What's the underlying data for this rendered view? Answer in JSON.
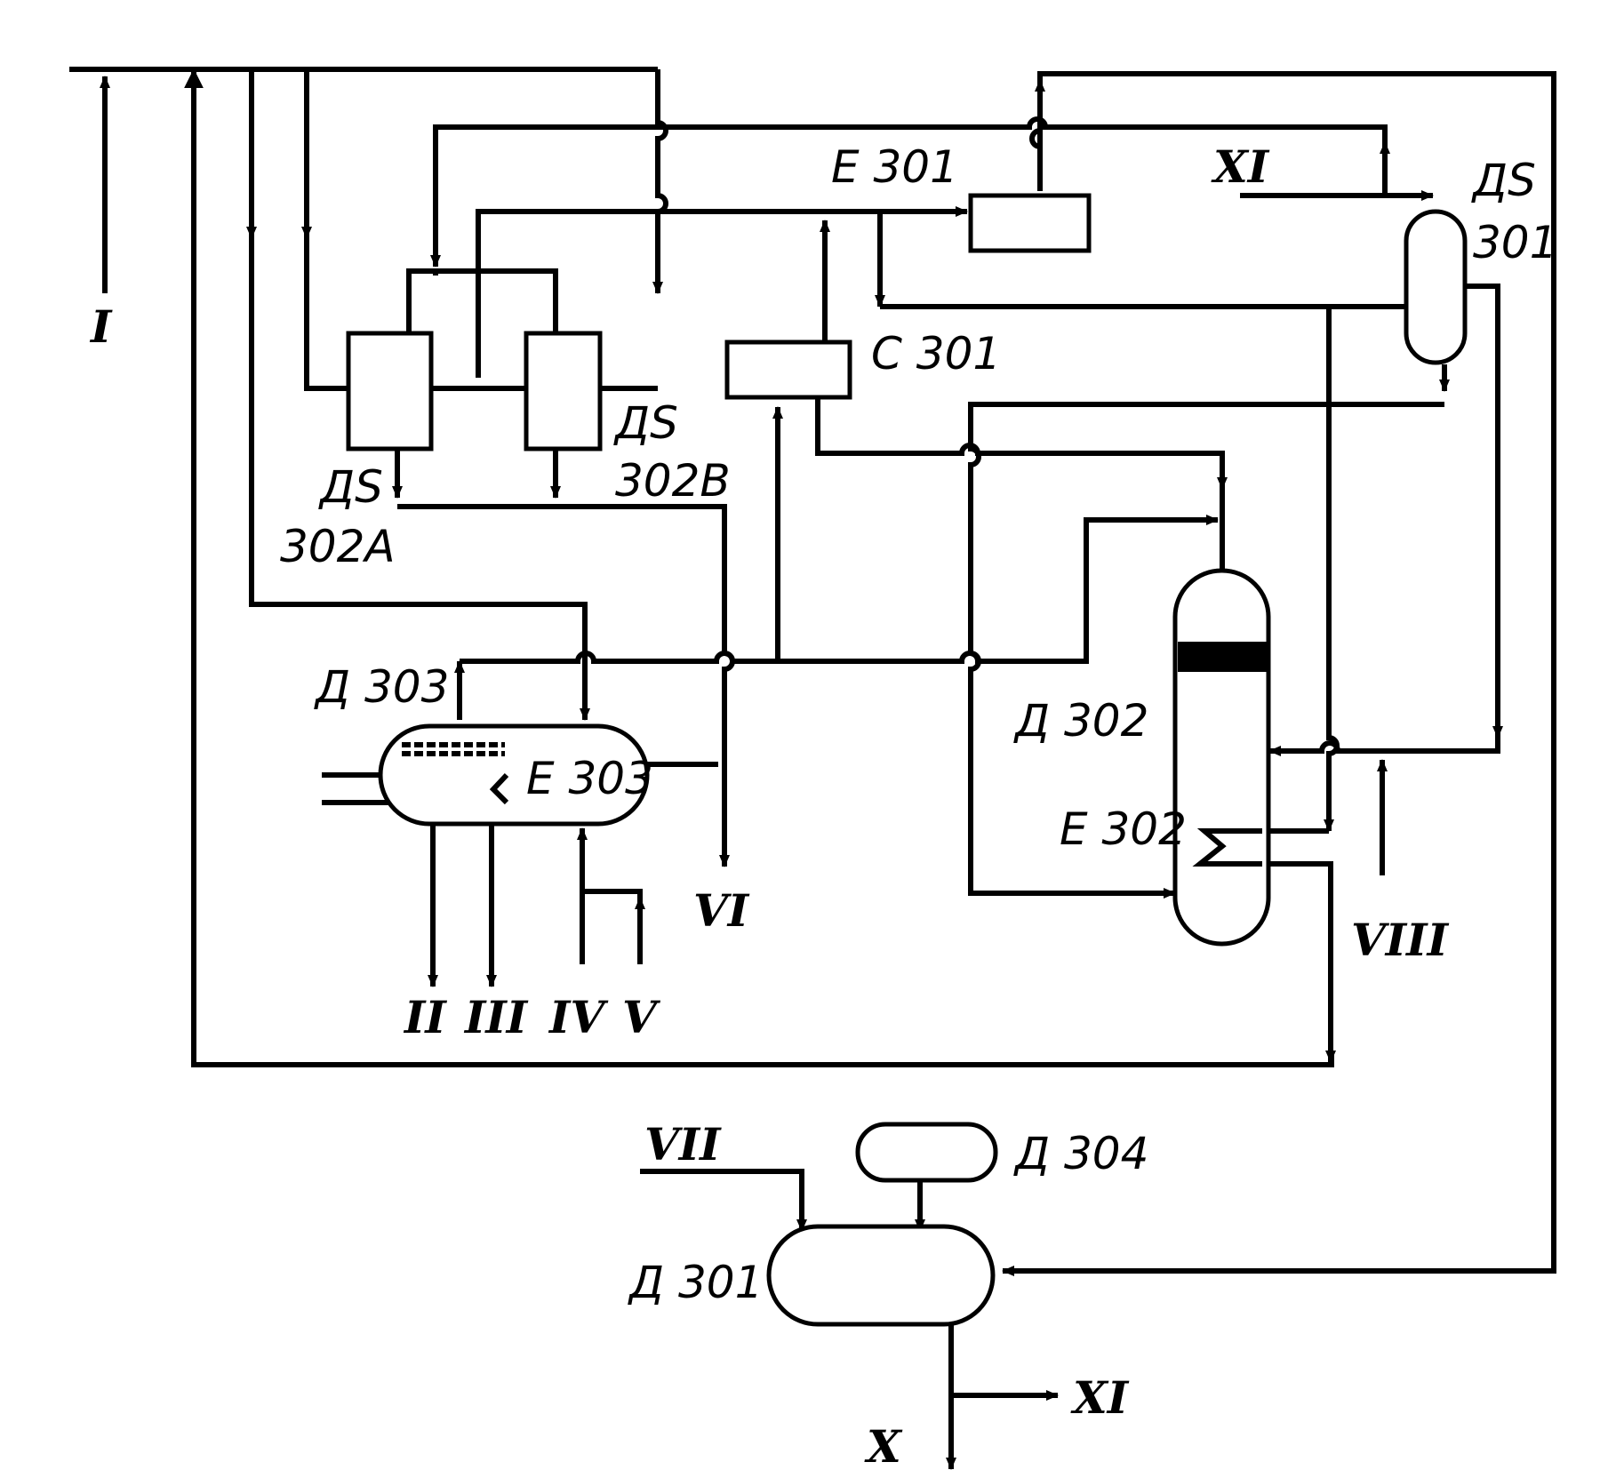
{
  "labels": {
    "E301": "E 301",
    "DS301_top": "ДS",
    "DS301_bottom": "301",
    "C301": "C 301",
    "DS302B_top": "ДS",
    "DS302B_bottom": "302B",
    "DS302A_top": "ДS",
    "DS302A_bottom": "302A",
    "D303": "Д 303",
    "E303": "E 303",
    "D302": "Д 302",
    "E302": "E 302",
    "D304": "Д 304",
    "D301": "Д 301"
  },
  "streams": {
    "I": "I",
    "II": "II",
    "III": "III",
    "IV": "IV",
    "V": "V",
    "VI": "VI",
    "VII": "VII",
    "VIII": "VIII",
    "X": "X",
    "XI_top": "XI",
    "XI_bottom": "XI"
  }
}
